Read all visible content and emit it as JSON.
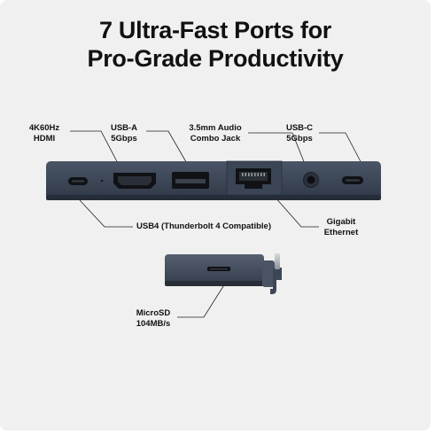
{
  "headline": {
    "line1": "7 Ultra-Fast Ports for",
    "line2": "Pro-Grade Productivity"
  },
  "ports": {
    "hdmi": {
      "line1": "4K60Hz",
      "line2": "HDMI"
    },
    "usb_a": {
      "line1": "USB-A",
      "line2": "5Gbps"
    },
    "audio": {
      "line1": "3.5mm Audio",
      "line2": "Combo Jack"
    },
    "usb_c": {
      "line1": "USB-C",
      "line2": "5Gbps"
    },
    "usb4": {
      "label": "USB4  (Thunderbolt 4 Compatible)"
    },
    "ethernet": {
      "line1": "Gigabit",
      "line2": "Ethernet"
    },
    "microsd": {
      "line1": "MicroSD",
      "line2": "104MB/s"
    }
  },
  "colors": {
    "background": "#f0f0f0",
    "device_body": "#3a4453",
    "port_inner": "#111111"
  }
}
